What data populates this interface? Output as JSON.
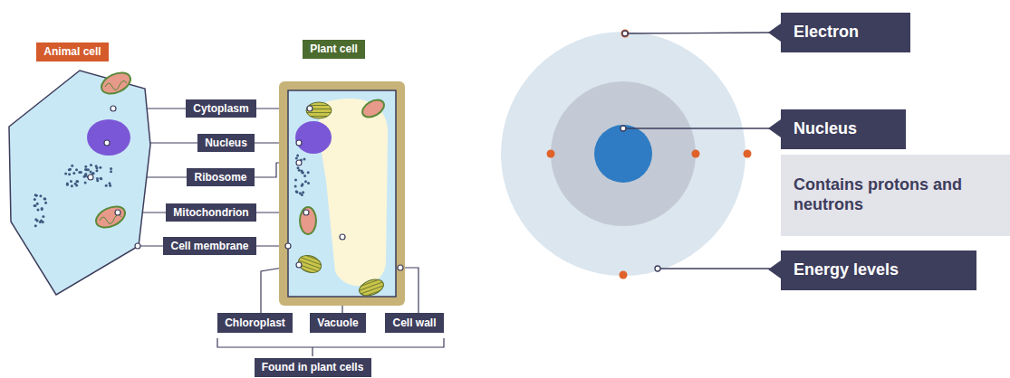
{
  "diagram": {
    "nodes": [
      {
        "text": [
          "Animal cell"
        ]
      },
      {
        "text": [
          "Plant cell"
        ]
      },
      {
        "text": [
          "Cytoplasm"
        ]
      },
      {
        "text": [
          "Nucleus"
        ]
      },
      {
        "text": [
          "Ribosome"
        ]
      },
      {
        "text": [
          "Mitochondrion"
        ]
      },
      {
        "text": [
          "Cell membrane"
        ]
      },
      {
        "text": [
          "Chloroplast"
        ]
      },
      {
        "text": [
          "Vacuole"
        ]
      },
      {
        "text": [
          "Cell wall"
        ]
      },
      {
        "text": [
          "Found in plant cells"
        ]
      },
      {
        "text": [
          "Electron"
        ]
      },
      {
        "text": [
          "Nucleus"
        ]
      },
      {
        "text": [
          "Contains protons and neutrons"
        ]
      },
      {
        "text": [
          "Energy levels"
        ]
      }
    ]
  }
}
